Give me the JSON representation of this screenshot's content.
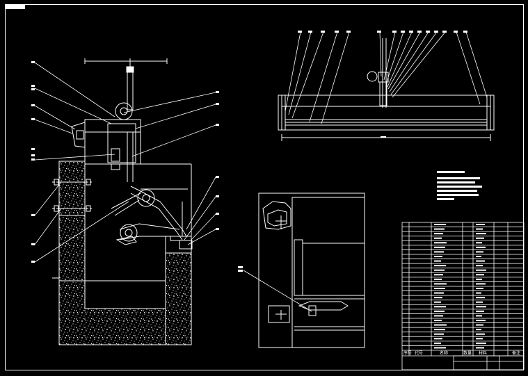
{
  "drawing": {
    "background": "#000000",
    "line_color": "#ffffff",
    "title_block": {
      "header_labels": [
        "序号",
        "代号",
        "名称",
        "数量",
        "材料",
        "备注"
      ]
    }
  }
}
